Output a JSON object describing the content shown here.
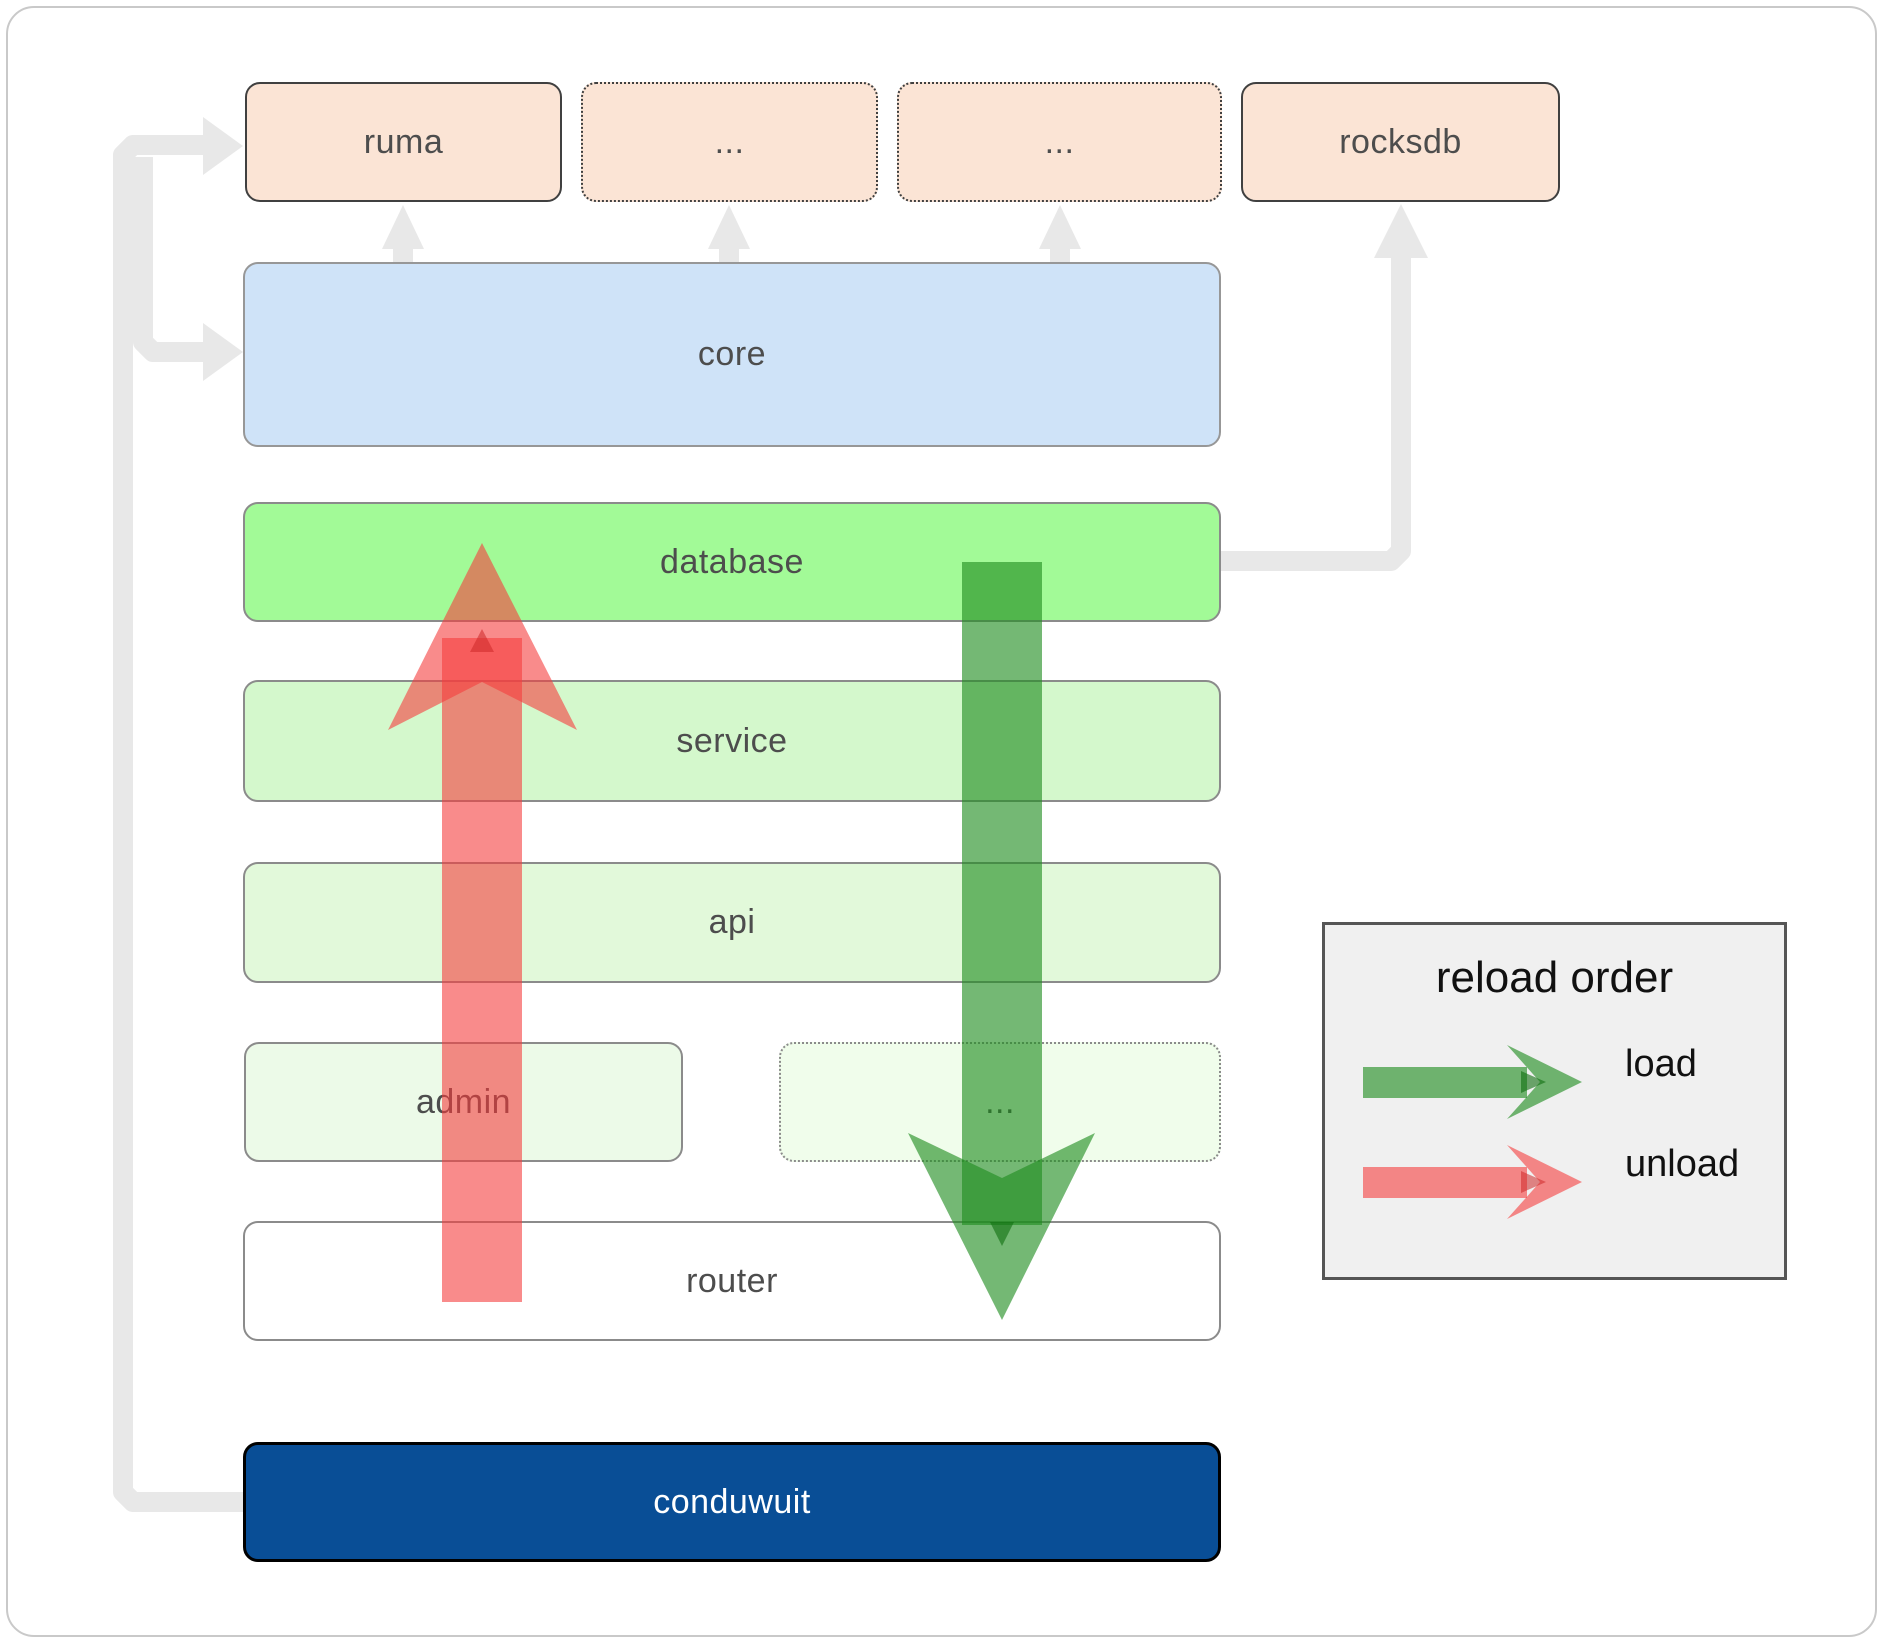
{
  "nodes": {
    "ruma": {
      "label": "ruma"
    },
    "mid_top_1": {
      "label": "..."
    },
    "mid_top_2": {
      "label": "..."
    },
    "rocksdb": {
      "label": "rocksdb"
    },
    "core": {
      "label": "core"
    },
    "database": {
      "label": "database"
    },
    "service": {
      "label": "service"
    },
    "api": {
      "label": "api"
    },
    "admin": {
      "label": "admin"
    },
    "mid_bottom": {
      "label": "..."
    },
    "router": {
      "label": "router"
    },
    "conduwuit": {
      "label": "conduwuit"
    }
  },
  "legend": {
    "title": "reload order",
    "items": [
      {
        "label": "load",
        "arrow": "green-right-arrow",
        "color": "#2e8b2e"
      },
      {
        "label": "unload",
        "arrow": "red-right-arrow",
        "color": "#f45050"
      }
    ]
  },
  "arrows": {
    "load": {
      "direction": "down",
      "color": "#2e8b2e"
    },
    "unload": {
      "direction": "up",
      "color": "#f45050"
    }
  },
  "colors": {
    "top_box_fill": "#fbe4d5",
    "core_fill": "#cfe3f8",
    "database_fill": "#a2fa97",
    "service_fill": "#d4f8cc",
    "api_fill": "#e2f9da",
    "admin_fill": "#ecfae8",
    "router_fill": "#ffffff",
    "conduwuit_fill": "#094e96",
    "edge_gray": "#e8e8e8",
    "label_gray": "#4d4d4d",
    "legend_bg": "#f0f0f0"
  }
}
